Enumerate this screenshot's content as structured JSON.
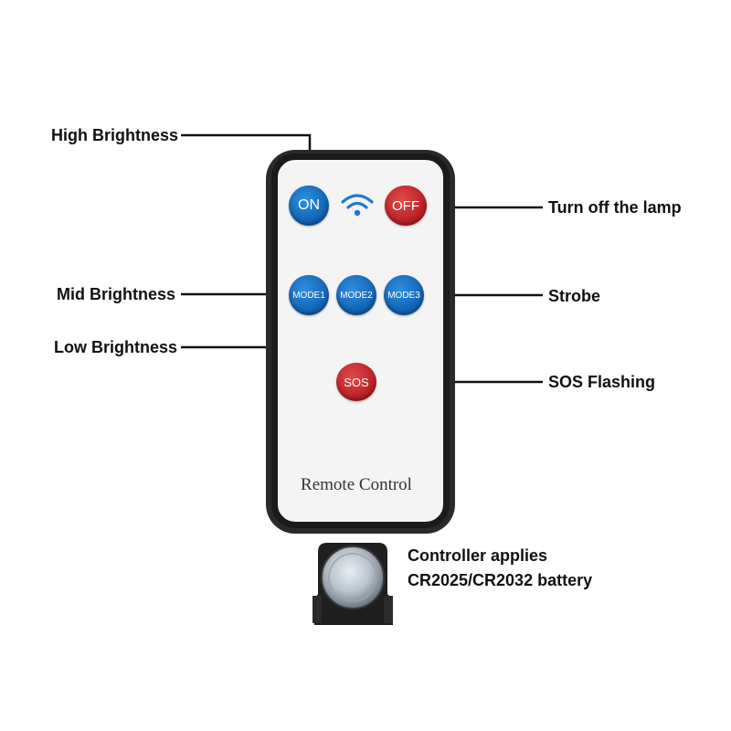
{
  "callouts": {
    "high_brightness": "High Brightness",
    "turn_off": "Turn off the lamp",
    "mid_brightness": "Mid Brightness",
    "strobe": "Strobe",
    "low_brightness": "Low Brightness",
    "sos_flashing": "SOS Flashing",
    "battery_line1": "Controller applies",
    "battery_line2": "CR2025/CR2032 battery"
  },
  "remote": {
    "label": "Remote Control",
    "buttons": {
      "on": "ON",
      "off": "OFF",
      "mode1": "MODE1",
      "mode2": "MODE2",
      "mode3": "MODE3",
      "sos": "SOS"
    }
  },
  "icons": {
    "wireless": "wifi-signal-icon",
    "battery": "coin-cell-battery-icon"
  },
  "colors": {
    "blue_button": "#0f5fae",
    "red_button": "#b51c22",
    "remote_body": "#f4f4f4",
    "remote_border": "#1b1b1b"
  }
}
